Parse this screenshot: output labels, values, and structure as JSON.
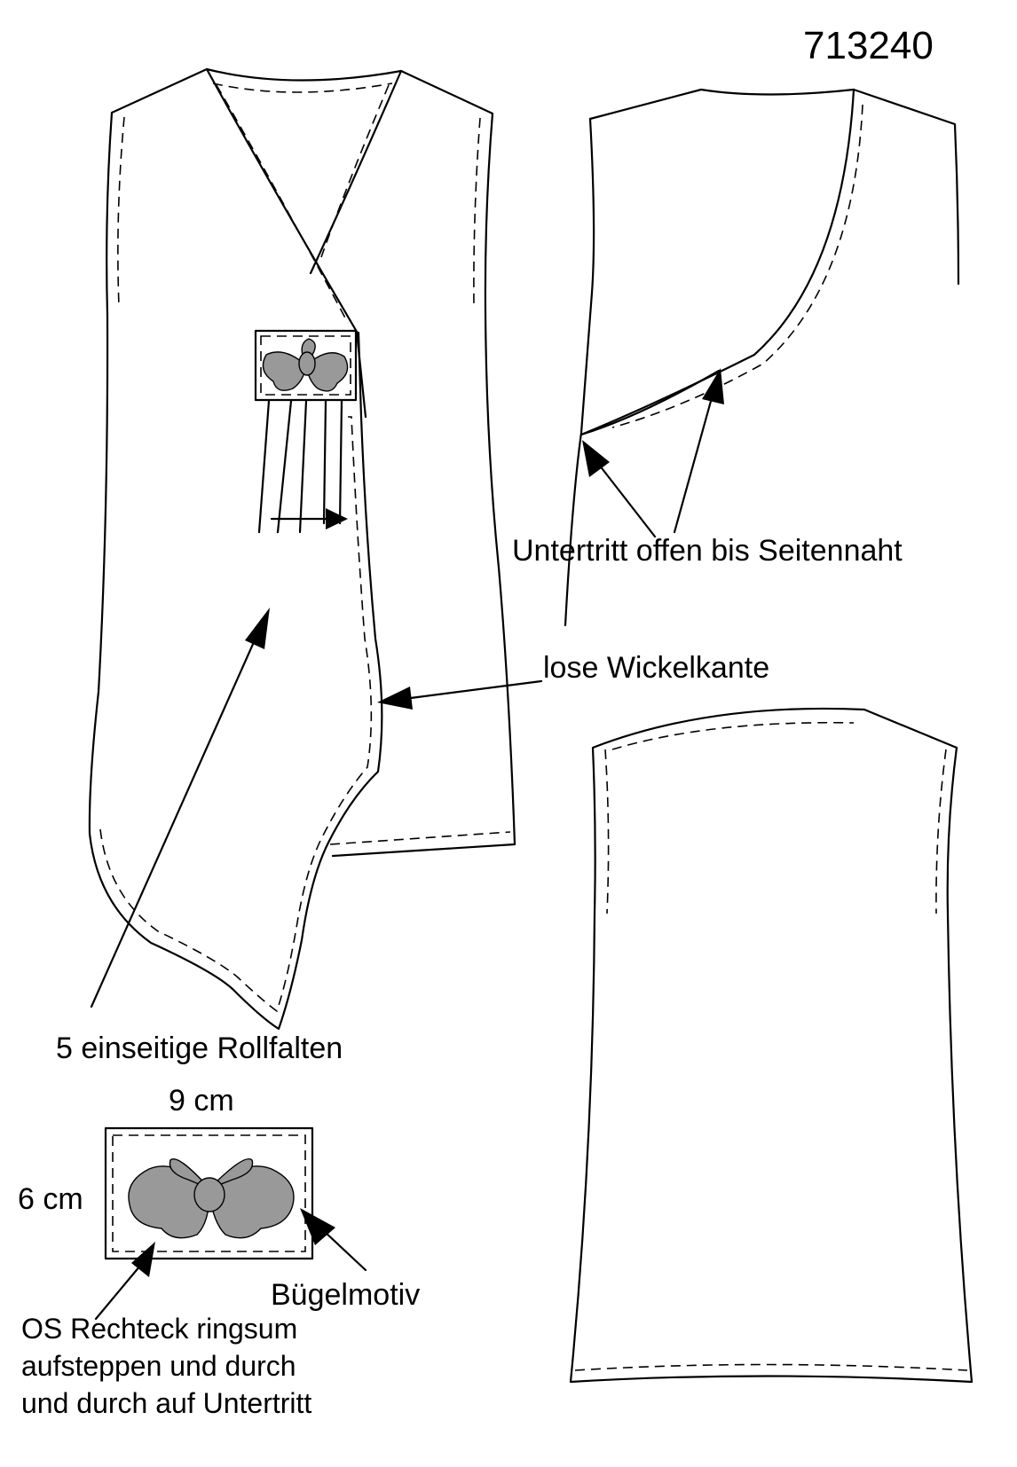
{
  "model_number": "713240",
  "labels": {
    "underlap": "Untertritt offen bis Seitennaht",
    "loose_edge": "lose Wickelkante",
    "pleats": "5 einseitige Rollfalten",
    "width": "9 cm",
    "height": "6 cm",
    "iron_on": "Bügelmotiv",
    "note": "OS Rechteck ringsum aufsteppen und durch und durch auf Untertritt"
  },
  "colors": {
    "line": "#000000",
    "motif_fill": "#999999",
    "background": "#ffffff"
  }
}
